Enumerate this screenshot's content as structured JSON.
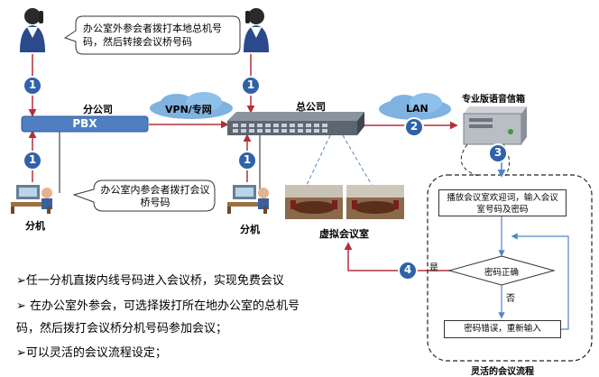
{
  "callouts": {
    "outside_participant": "办公室外参会者拨打本地总机号码，然后转接会议桥号码",
    "inside_participant": "办公室内参会者拨打会议桥号码"
  },
  "nodes": {
    "branch_label": "分公司",
    "pbx": "PBX",
    "vpn": "VPN/专网",
    "hq_label": "总公司",
    "lan": "LAN",
    "voicemail_label": "专业版语音信箱",
    "extension_left": "分机",
    "extension_mid": "分机",
    "virtual_room": "虚拟会议室"
  },
  "steps": {
    "s1": "1",
    "s2": "2",
    "s3": "3",
    "s4": "4"
  },
  "flow": {
    "welcome": "播放会议室欢迎词，输入会议室号码及密码",
    "check": "密码正确",
    "yes": "是",
    "no": "否",
    "retry": "密码错误，重新输入",
    "title": "灵活的会议流程"
  },
  "bullets": [
    "➢任一分机直拨内线号码进入会议桥，实现免费会议",
    "➢ 在办公室外参会，可选择拨打所在地办公室的总机号",
    "码，然后拨打会议桥分机号码参加会议；",
    "➢可以灵活的会议流程设定；"
  ],
  "colors": {
    "pbx_bar": "#4f7fc1",
    "step_circle": "#2f62a8",
    "connector": "#b0303a",
    "flow_line": "#4f86c6"
  }
}
